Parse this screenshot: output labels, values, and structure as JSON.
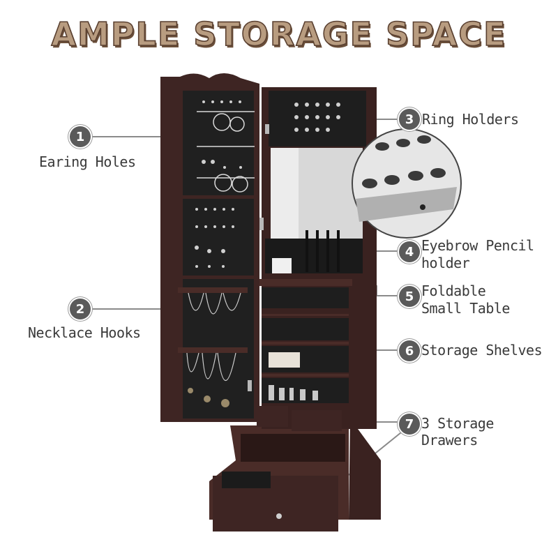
{
  "title": "AMPLE STORAGE SPACE",
  "colors": {
    "wood": "#3e2523",
    "lining": "#1e1e1e",
    "callout": "#5a5a5a",
    "title_fill": "#b89c80"
  },
  "callouts": [
    {
      "number": "1",
      "label": "Earing Holes"
    },
    {
      "number": "2",
      "label": "Necklace Hooks"
    },
    {
      "number": "3",
      "label": "Ring Holders"
    },
    {
      "number": "4",
      "label_line1": "Eyebrow Pencil",
      "label_line2": "holder"
    },
    {
      "number": "5",
      "label_line1": "Foldable",
      "label_line2": "Small Table"
    },
    {
      "number": "6",
      "label": "Storage Shelves"
    },
    {
      "number": "7",
      "label": "3 Storage Drawers"
    }
  ]
}
